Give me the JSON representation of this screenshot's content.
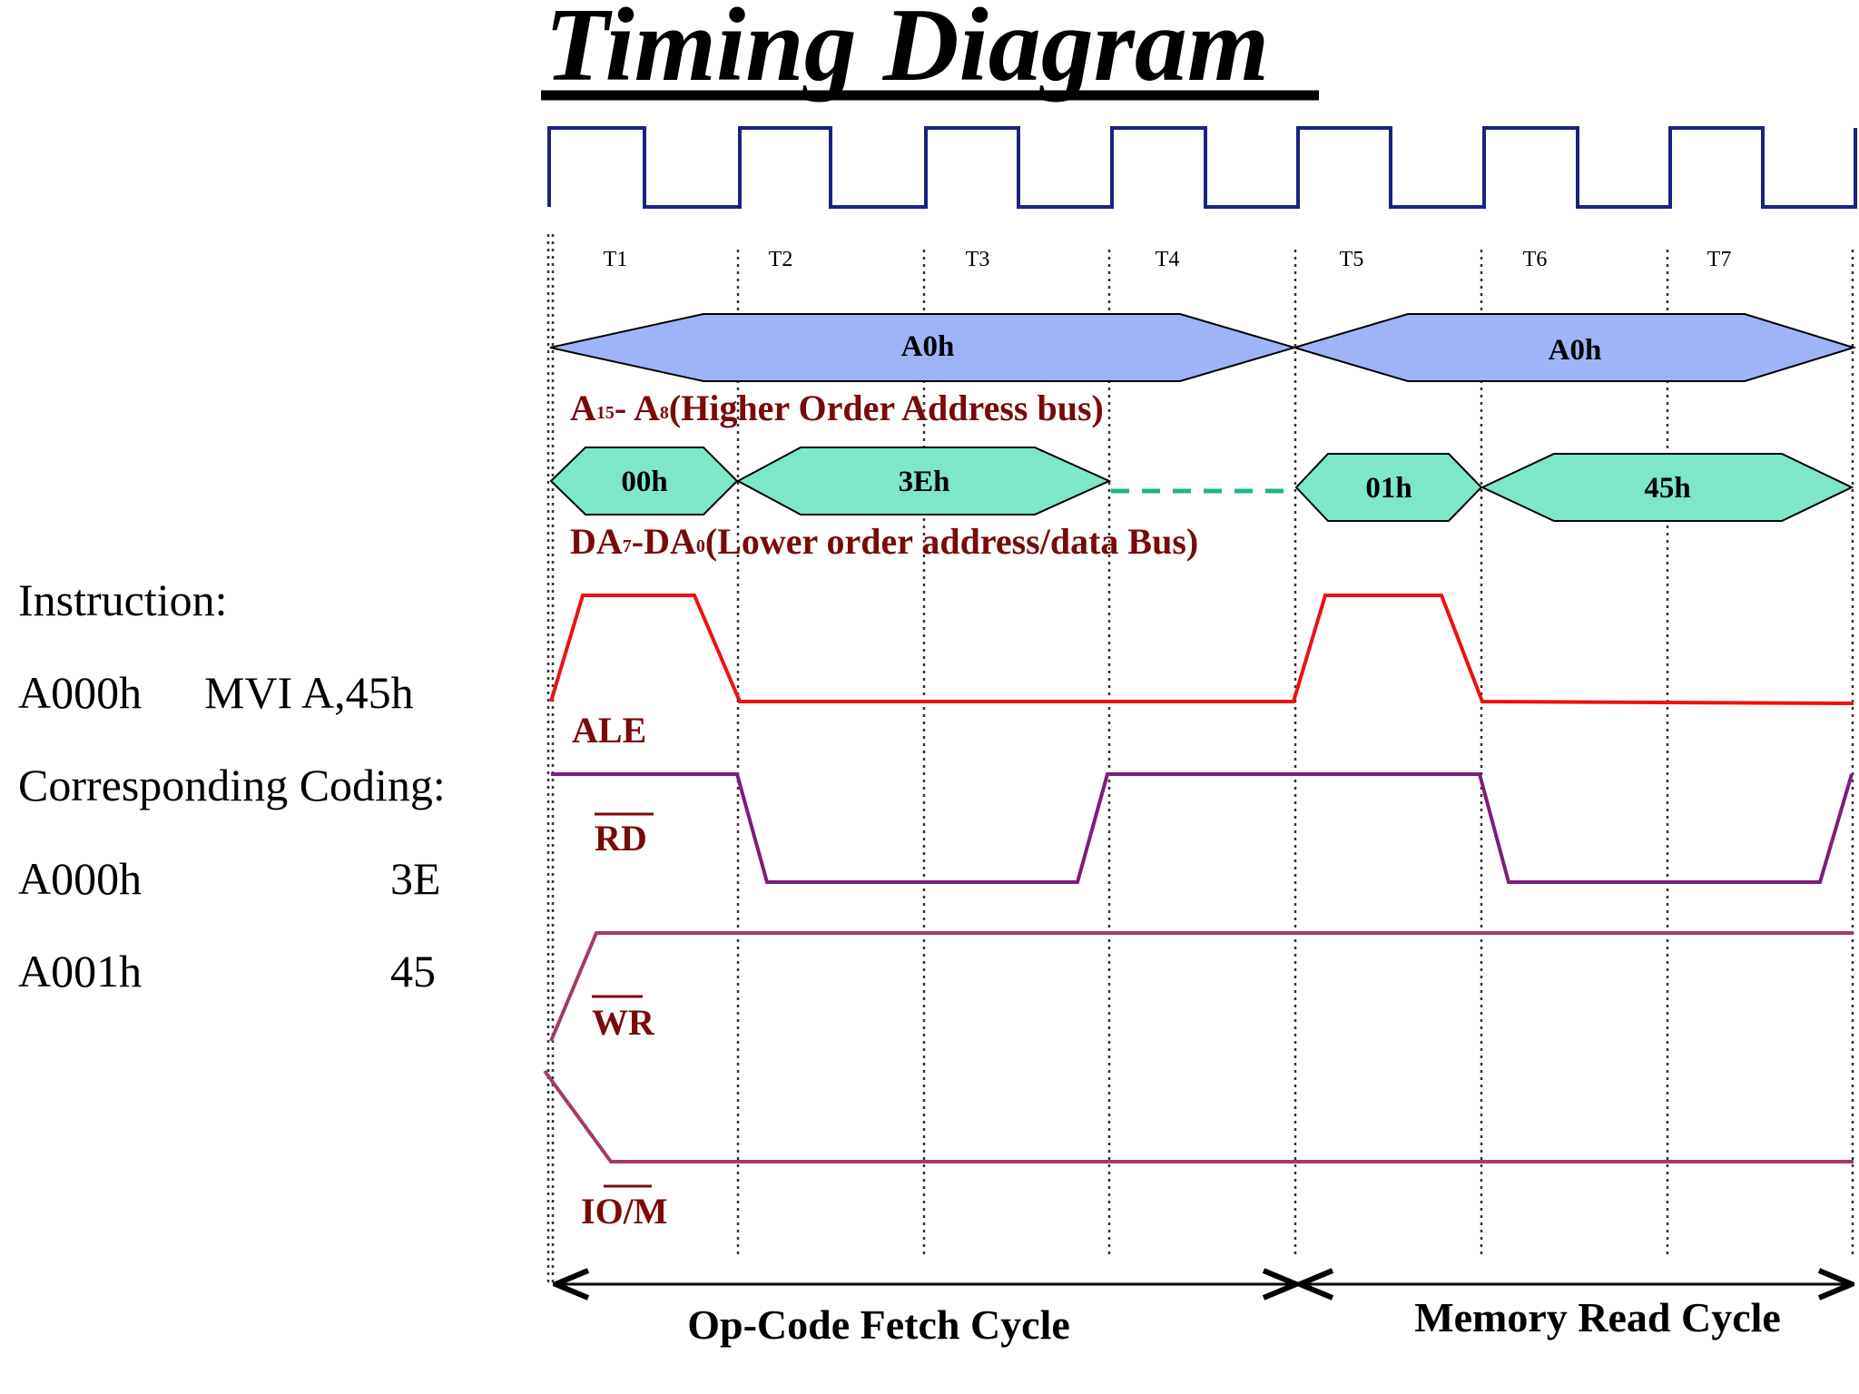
{
  "title": "Timing Diagram",
  "t_states": [
    "T1",
    "T2",
    "T3",
    "T4",
    "T5",
    "T6",
    "T7"
  ],
  "high_address_bus": {
    "values": [
      "A0h",
      "A0h"
    ],
    "label_a15": "A",
    "label_15": "15",
    "label_dash": "- A",
    "label_8": "8",
    "label_rest": "(Higher Order Address bus)"
  },
  "low_address_bus": {
    "values": [
      "00h",
      "3Eh",
      "01h",
      "45h"
    ],
    "label_da7": "DA",
    "label_7": "7",
    "label_dash": "-DA",
    "label_0": "0",
    "label_rest": "(Lower order address/data Bus)"
  },
  "signals": {
    "ale": "ALE",
    "rd": "RD",
    "wr": "WR",
    "io_m": "IO/M"
  },
  "instruction": {
    "heading": "Instruction:",
    "address": "A000h",
    "mnemonic": "MVI A,45h",
    "coding_heading": "Corresponding Coding:",
    "rows": [
      {
        "address": "A000h",
        "code": "3E"
      },
      {
        "address": "A001h",
        "code": "45"
      }
    ]
  },
  "cycles": [
    "Op-Code Fetch Cycle",
    "Memory Read Cycle"
  ],
  "colors": {
    "clock": "#1a237e",
    "high_bus_fill": "#9eb4f7",
    "low_bus_fill": "#7ee6c9",
    "dashed": "#20b58c",
    "ale": "#ee1111",
    "rd": "#7b1e7a",
    "wr_iom": "#a33a6b",
    "label": "#7a0a0a"
  }
}
